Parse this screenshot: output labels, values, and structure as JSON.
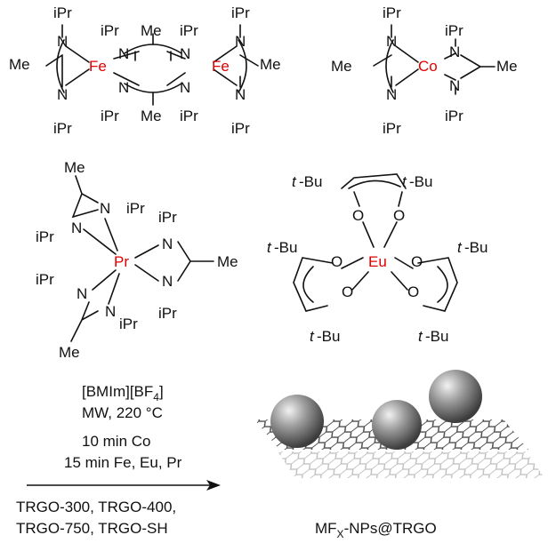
{
  "labels": {
    "iPr": "iPr",
    "Me": "Me",
    "N": "N",
    "O": "O",
    "tBu_t": "t",
    "tBu_rest": "-Bu"
  },
  "metals": {
    "fe": "Fe",
    "co": "Co",
    "pr": "Pr",
    "eu": "Eu"
  },
  "metal_color": "#e00000",
  "conditions": {
    "solvent_a": "[BMIm][BF",
    "solvent_sub": "4",
    "solvent_b": "]",
    "mw": "MW, 220 °C",
    "time_co": "10 min Co",
    "time_others": "15 min Fe, Eu, Pr",
    "support_1": "TRGO-300, TRGO-400,",
    "support_2": "TRGO-750, TRGO-SH"
  },
  "product": {
    "prefix": "MF",
    "sub": "X",
    "suffix": "-NPs@TRGO"
  }
}
